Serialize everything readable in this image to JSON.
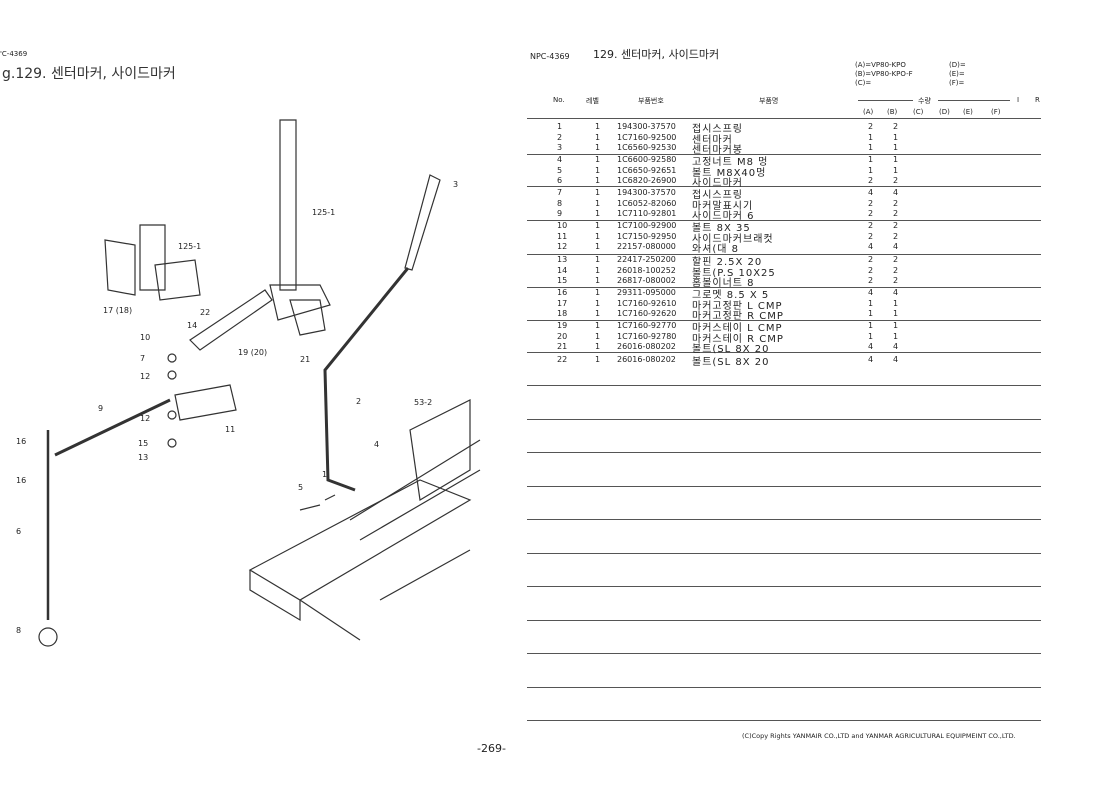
{
  "left_page": {
    "code": "'C-4369",
    "title": "g.129.   센터마커, 사이드마커"
  },
  "right_page": {
    "code": "NPC-4369",
    "title": "129.   센터마커, 사이드마커",
    "models": {
      "A": "(A)=VP80-KPO",
      "B": "(B)=VP80-KPO-F",
      "C": "(C)=",
      "D": "(D)=",
      "E": "(E)=",
      "F": "(F)="
    },
    "headers": {
      "no": "No.",
      "level": "레벨",
      "part_no": "부품번호",
      "name": "부품명",
      "qty": "수량",
      "i": "I",
      "r": "R",
      "cols": [
        "(A)",
        "(B)",
        "(C)",
        "(D)",
        "(E)",
        "(F)"
      ]
    },
    "rows": [
      {
        "no": "1",
        "lv": "1",
        "part": "194300-37570",
        "name": "접시스프링",
        "a": "2",
        "b": "2"
      },
      {
        "no": "2",
        "lv": "1",
        "part": "1C7160-92500",
        "name": "센터마커",
        "a": "1",
        "b": "1"
      },
      {
        "no": "3",
        "lv": "1",
        "part": "1C6560-92530",
        "name": "센터마커봉",
        "a": "1",
        "b": "1"
      },
      {
        "no": "4",
        "lv": "1",
        "part": "1C6600-92580",
        "name": "고정너트 M8 멍",
        "a": "1",
        "b": "1"
      },
      {
        "no": "5",
        "lv": "1",
        "part": "1C6650-92651",
        "name": "볼트 M8X40멍",
        "a": "1",
        "b": "1"
      },
      {
        "no": "6",
        "lv": "1",
        "part": "1C6820-26900",
        "name": "사이드마커",
        "a": "2",
        "b": "2"
      },
      {
        "no": "7",
        "lv": "1",
        "part": "194300-37570",
        "name": "접시스프링",
        "a": "4",
        "b": "4"
      },
      {
        "no": "8",
        "lv": "1",
        "part": "1C6052-82060",
        "name": "마커말표시기",
        "a": "2",
        "b": "2"
      },
      {
        "no": "9",
        "lv": "1",
        "part": "1C7110-92801",
        "name": "사이드마커 6",
        "a": "2",
        "b": "2"
      },
      {
        "no": "10",
        "lv": "1",
        "part": "1C7100-92900",
        "name": "볼트 8X 35",
        "a": "2",
        "b": "2"
      },
      {
        "no": "11",
        "lv": "1",
        "part": "1C7150-92950",
        "name": "사이드마커브래컷",
        "a": "2",
        "b": "2"
      },
      {
        "no": "12",
        "lv": "1",
        "part": "22157-080000",
        "name": "와셔(대 8",
        "a": "4",
        "b": "4"
      },
      {
        "no": "13",
        "lv": "1",
        "part": "22417-250200",
        "name": "할핀 2.5X 20",
        "a": "2",
        "b": "2"
      },
      {
        "no": "14",
        "lv": "1",
        "part": "26018-100252",
        "name": "볼트(P.S  10X25",
        "a": "2",
        "b": "2"
      },
      {
        "no": "15",
        "lv": "1",
        "part": "26817-080002",
        "name": "홈볼이너트 8",
        "a": "2",
        "b": "2"
      },
      {
        "no": "16",
        "lv": "1",
        "part": "29311-095000",
        "name": "그로멧 8.5 X 5",
        "a": "4",
        "b": "4"
      },
      {
        "no": "17",
        "lv": "1",
        "part": "1C7160-92610",
        "name": "마커고정판 L CMP",
        "a": "1",
        "b": "1"
      },
      {
        "no": "18",
        "lv": "1",
        "part": "1C7160-92620",
        "name": "마커고정판 R CMP",
        "a": "1",
        "b": "1"
      },
      {
        "no": "19",
        "lv": "1",
        "part": "1C7160-92770",
        "name": "마커스테이 L CMP",
        "a": "1",
        "b": "1"
      },
      {
        "no": "20",
        "lv": "1",
        "part": "1C7160-92780",
        "name": "마커스테이 R CMP",
        "a": "1",
        "b": "1"
      },
      {
        "no": "21",
        "lv": "1",
        "part": "26016-080202",
        "name": "볼트(SL  8X 20",
        "a": "4",
        "b": "4"
      },
      {
        "no": "22",
        "lv": "1",
        "part": "26016-080202",
        "name": "볼트(SL  8X 20",
        "a": "4",
        "b": "4"
      }
    ],
    "copyright": "(C)Copy Rights  YANMAIR CO.,LTD and YANMAR AGRICULTURAL EQUIPMEINT CO.,LTD."
  },
  "page_number": "-269-",
  "diagram": {
    "callouts": [
      "125-1",
      "3",
      "125-1",
      "17 (18)",
      "22",
      "14",
      "10",
      "7",
      "12",
      "19 (20)",
      "21",
      "2",
      "53-2",
      "9",
      "12",
      "11",
      "16",
      "15",
      "13",
      "16",
      "4",
      "1",
      "5",
      "6",
      "8"
    ]
  }
}
